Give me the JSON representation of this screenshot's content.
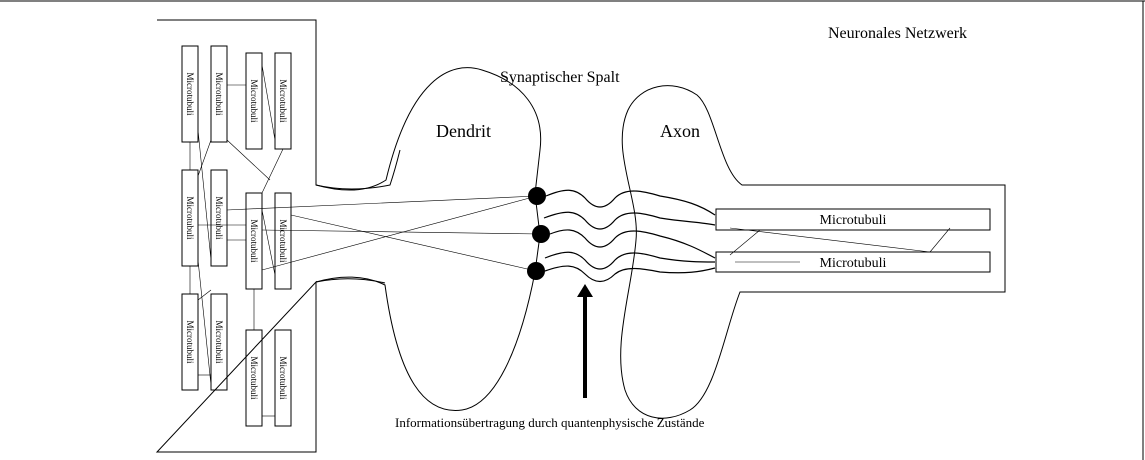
{
  "diagram": {
    "title": "Neuronales Netzwerk",
    "cleft_label": "Synaptischer Spalt",
    "dendrite_label": "Dendrit",
    "axon_label": "Axon",
    "caption": "Informationsübertragung durch quantenphysische Zustände",
    "cell_tubules": [
      "Microtubuli",
      "Microtubuli",
      "Microtubuli",
      "Microtubuli",
      "Microtubuli",
      "Microtubuli",
      "Microtubuli",
      "Microtubuli",
      "Microtubuli",
      "Microtubuli",
      "Microtubuli",
      "Microtubuli"
    ],
    "axon_tubules": [
      "Microtubuli",
      "Microtubuli"
    ]
  }
}
